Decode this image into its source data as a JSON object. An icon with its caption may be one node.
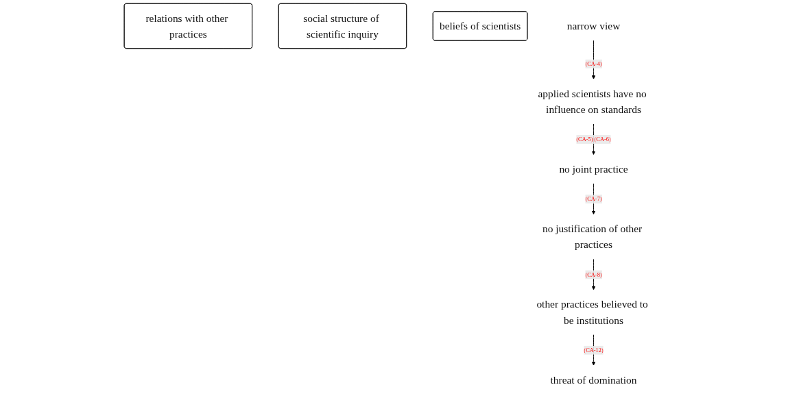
{
  "diagram": {
    "nodes": [
      {
        "text": [
          "relations with other practices"
        ]
      },
      {
        "text": [
          "social structure of scientific inquiry"
        ]
      },
      {
        "text": [
          "beliefs of scientists"
        ]
      },
      {
        "text": [
          "no joint practice"
        ]
      },
      {
        "text": [
          "applied scientists have no influence on standards"
        ]
      },
      {
        "text": [
          "narrow view"
        ]
      },
      {
        "text": [
          "no justification of other practices"
        ]
      },
      {
        "text": [
          "other practices believed to be institutions"
        ]
      },
      {
        "text": [
          "threat of domination"
        ]
      }
    ],
    "edges": [
      {
        "from": 5,
        "to": 4,
        "arrow": "to",
        "label": "(CA-4)"
      },
      {
        "from": 4,
        "to": 3,
        "arrow": "to",
        "label": "(CA-5) (CA-6)"
      },
      {
        "from": 3,
        "to": 6,
        "arrow": "to",
        "label": "(CA-7)"
      },
      {
        "from": 6,
        "to": 7,
        "arrow": "to",
        "label": "(CA-8)"
      },
      {
        "from": 7,
        "to": 8,
        "arrow": "to",
        "label": "(CA-12)"
      }
    ]
  }
}
